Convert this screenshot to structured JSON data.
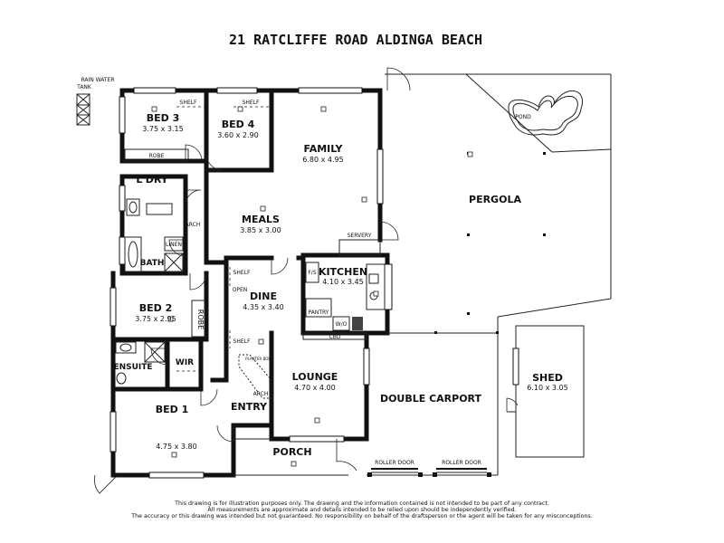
{
  "title": "21 RATCLIFFE ROAD ALDINGA BEACH",
  "rooms": {
    "bed3": {
      "name": "BED 3",
      "dim": "3.75 x 3.15"
    },
    "bed4": {
      "name": "BED 4",
      "dim": "3.60 x 2.90"
    },
    "family": {
      "name": "FAMILY",
      "dim": "6.80 x 4.95"
    },
    "meals": {
      "name": "MEALS",
      "dim": "3.85 x 3.00"
    },
    "kitchen": {
      "name": "KITCHEN",
      "dim": "4.10 x 3.45"
    },
    "dine": {
      "name": "DINE",
      "dim": "4.35 x 3.40"
    },
    "bed2": {
      "name": "BED 2",
      "dim": "3.75 x 2.95"
    },
    "lounge": {
      "name": "LOUNGE",
      "dim": "4.70 x 4.00"
    },
    "bed1": {
      "name": "BED 1",
      "dim": "4.75 x 3.80"
    },
    "shed": {
      "name": "SHED",
      "dim": "6.10 x 3.05"
    },
    "pergola": {
      "name": "PERGOLA"
    },
    "double_carport": {
      "name": "DOUBLE CARPORT"
    },
    "ldry": {
      "name": "L'DRY"
    },
    "bath": {
      "name": "BATH"
    },
    "ensuite": {
      "name": "ENSUITE"
    },
    "wir": {
      "name": "WIR"
    },
    "entry": {
      "name": "ENTRY"
    },
    "porch": {
      "name": "PORCH"
    },
    "pantry": {
      "name": "PANTRY"
    },
    "pond": {
      "name": "POND"
    }
  },
  "labels": {
    "rain_water_tank": [
      "RAIN WATER",
      "TANK"
    ],
    "shelf": "SHELF",
    "robe": "ROBE",
    "robe_vertical": "ROBE",
    "arch": "ARCH",
    "linen": "LINEN",
    "servery": "SERVERY",
    "fs": "F/S",
    "wo": "W/O",
    "cbd": "CBD",
    "open": "OPEN",
    "planter_box": "PLANTER BOX",
    "roller_door": "ROLLER DOOR"
  },
  "disclaimer": [
    "This drawing is for illustration purposes only. The drawing and the information contained is not intended to be part of any contract.",
    "All measurements are approximate and details intended to be relied upon should be independently verified.",
    "The accuracy or this drawing was intended but not guaranteed. No responsibility on behalf of the draftsperson or the agent will be taken for any misconceptions."
  ]
}
